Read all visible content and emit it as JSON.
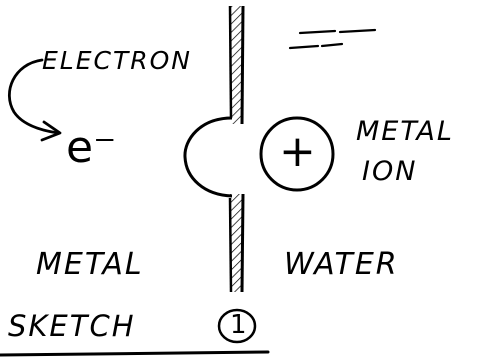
{
  "sketch": {
    "labels": {
      "electron": "ELECTRON",
      "electron_symbol": "e⁻",
      "metal_ion_line1": "METAL",
      "metal_ion_line2": "ION",
      "ion_charge": "+",
      "metal": "METAL",
      "water": "WATER",
      "sketch_title": "SKETCH",
      "sketch_number": "1"
    }
  }
}
